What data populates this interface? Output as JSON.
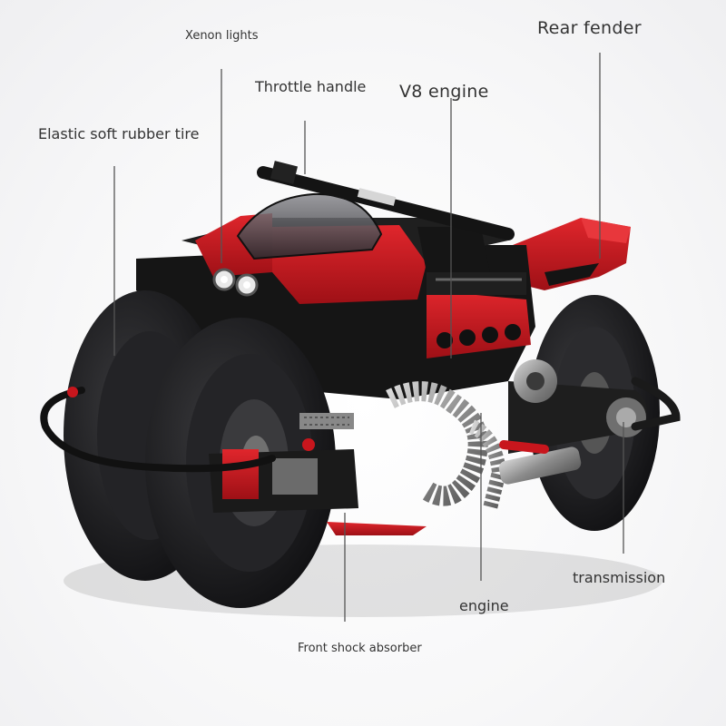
{
  "labels": {
    "xenon_lights": "Xenon lights",
    "throttle_handle": "Throttle handle",
    "v8_engine": "V8 engine",
    "rear_fender": "Rear fender",
    "elastic_tire": "Elastic soft rubber tire",
    "transmission": "transmission",
    "engine": "engine",
    "front_shock": "Front shock absorber"
  },
  "colors": {
    "body_red": "#c8161d",
    "dark_red": "#8e0f14",
    "black": "#141414",
    "tire": "#1b1b1d",
    "chrome": "#9a9a9a",
    "light_grey": "#c9c9c9",
    "leader_line": "#555555",
    "text": "#333333"
  }
}
